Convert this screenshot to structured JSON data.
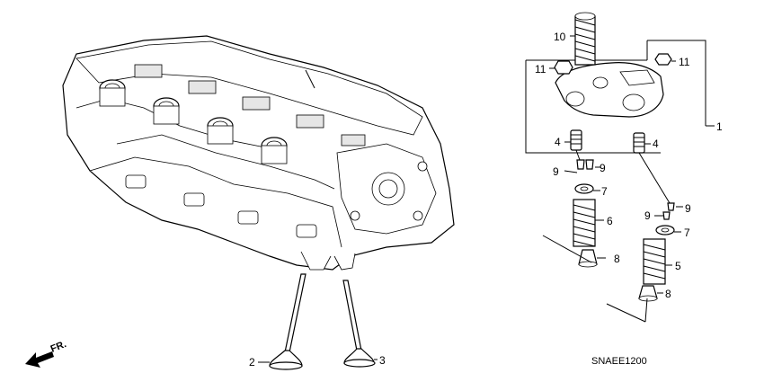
{
  "callouts": {
    "c1": "1",
    "c2": "2",
    "c3": "3",
    "c4a": "4",
    "c4b": "4",
    "c5": "5",
    "c6": "6",
    "c7a": "7",
    "c7b": "7",
    "c8a": "8",
    "c8b": "8",
    "c9a": "9",
    "c9b": "9",
    "c9c": "9",
    "c9d": "9",
    "c10": "10",
    "c11a": "11",
    "c11b": "11"
  },
  "direction_label": "FR.",
  "diagram_code": "SNAEE1200"
}
